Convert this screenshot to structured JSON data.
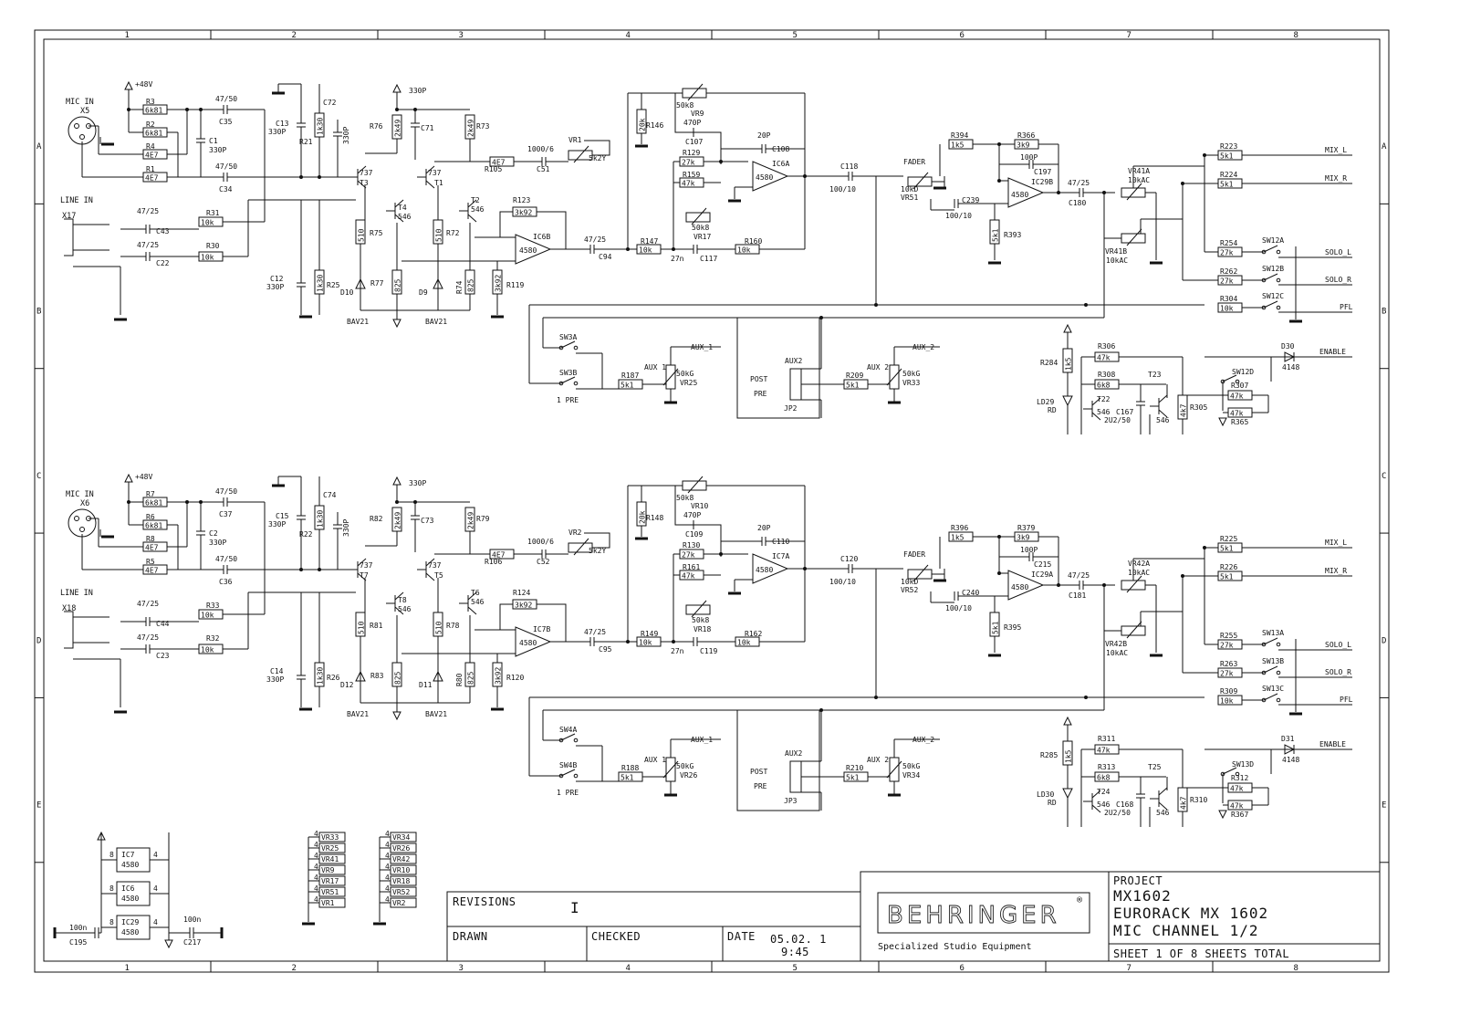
{
  "frame": {
    "col_labels": [
      "1",
      "2",
      "3",
      "4",
      "5",
      "6",
      "7",
      "8"
    ],
    "row_labels": [
      "A",
      "B",
      "C",
      "D",
      "E"
    ]
  },
  "channel_top": {
    "mic_in": "MIC IN",
    "mic_conn": "X5",
    "line_in": "LINE IN",
    "line_conn": "X17",
    "phantom": "+48V",
    "r_in": [
      "R3",
      "6k81",
      "R2",
      "6k81",
      "R4",
      "4E7",
      "R1",
      "4E7"
    ],
    "c_in_top": "47/50",
    "c_in_top_ref": "C35",
    "c1": "C1",
    "c1_val": "330P",
    "c_in_bot": "47/50",
    "c_in_bot_ref": "C34",
    "c43": "C43",
    "c43_val": "47/25",
    "c22": "C22",
    "c22_val": "47/25",
    "r31": "R31",
    "r31_val": "10k",
    "r30": "R30",
    "r30_val": "10k",
    "c13": "C13",
    "c13_val": "330P",
    "r21": "R21",
    "r21_val": "1k30",
    "c72": "C72",
    "c72_val": "330P",
    "c12": "C12",
    "c12_val": "330P",
    "r25": "R25",
    "r25_val": "1k30",
    "r76": "R76",
    "r76_val": "2k49",
    "c71": "C71",
    "r73": "R73",
    "r73_val": "2k49",
    "t3": "T3",
    "t3_type": "737",
    "t1": "T1",
    "t1_type": "737",
    "t4": "T4",
    "t4_type": "546",
    "t2": "T2",
    "t2_type": "546",
    "r75": "R75",
    "r75_val": "510",
    "r72": "R72",
    "r72_val": "510",
    "r77": "R77",
    "r77_val": "825",
    "r74": "R74",
    "r74_val": "825",
    "d10": "D10",
    "d9": "D9",
    "bav1": "BAV21",
    "bav2": "BAV21",
    "v330": "330P",
    "r105": "R105",
    "r105_val": "4E7",
    "c51": "C51",
    "c51_val": "1000/6",
    "vr1": "VR1",
    "vr1_val": "5k2Y",
    "r123": "R123",
    "r123_val": "3k92",
    "ic6b": "IC6B",
    "ic6b_type": "4580",
    "r119": "R119",
    "r119_val": "3k92",
    "c94": "C94",
    "c94_val": "47/25",
    "r146": "R146",
    "r146_val": "20k",
    "vr9": "VR9",
    "vr9_val": "50k8",
    "c107": "C107",
    "c107_val": "470P",
    "r129": "R129",
    "r129_val": "27k",
    "r159": "R159",
    "r159_val": "47k",
    "vr17": "VR17",
    "vr17_val": "50k8",
    "c108": "C108",
    "c108_val": "20P",
    "ic6a": "IC6A",
    "ic6a_type": "4580",
    "r147": "R147",
    "r147_val": "10k",
    "c117": "C117",
    "c117_val": "27n",
    "r160": "R160",
    "r160_val": "10k",
    "c118": "C118",
    "c118_val": "100/10",
    "fader": "FADER",
    "vr51": "VR51",
    "vr51_val": "10kD",
    "r394": "R394",
    "r394_val": "1k5",
    "r366": "R366",
    "r366_val": "3k9",
    "c197": "C197",
    "c197_val": "100P",
    "ic29b": "IC29B",
    "ic29b_type": "4580",
    "c239": "C239",
    "c239_val": "100/10",
    "r393": "R393",
    "r393_val": "5k1",
    "c180": "C180",
    "c180_val": "47/25",
    "vr41a": "VR41A",
    "vr41a_val": "10kAC",
    "vr41b": "VR41B",
    "vr41b_val": "10kAC",
    "r223": "R223",
    "r223_val": "5k1",
    "r224": "R224",
    "r224_val": "5k1",
    "mix_l": "MIX_L",
    "mix_r": "MIX_R",
    "r254": "R254",
    "r254_val": "27k",
    "r262": "R262",
    "r262_val": "27k",
    "sw12a": "SW12A",
    "sw12b": "SW12B",
    "sw12c": "SW12C",
    "solo_l": "SOLO_L",
    "solo_r": "SOLO_R",
    "r304": "R304",
    "r304_val": "10k",
    "pfl": "PFL",
    "sw3a": "SW3A",
    "sw3b": "SW3B",
    "pre1": "1 PRE",
    "r187": "R187",
    "r187_val": "5k1",
    "aux1_lbl": "AUX 1",
    "aux1_net": "AUX_1",
    "vr25": "VR25",
    "vr25_val": "50kG",
    "aux2": "AUX2",
    "post": "POST",
    "pre": "PRE",
    "jp2": "JP2",
    "r209": "R209",
    "r209_val": "5k1",
    "aux2_lbl": "AUX 2",
    "aux2_net": "AUX_2",
    "vr33": "VR33",
    "vr33_val": "50kG",
    "r284": "R284",
    "r284_val": "1k5",
    "ld29": "LD29",
    "rd": "RD",
    "r306": "R306",
    "r306_val": "47k",
    "r308": "R308",
    "r308_val": "6k8",
    "t22": "T22",
    "t22_type": "546",
    "c167": "C167",
    "c167_val": "2U2/50",
    "t23": "T23",
    "t23_type": "546",
    "r305": "R305",
    "r305_val": "4k7",
    "d30": "D30",
    "d30_type": "4148",
    "enable": "ENABLE",
    "sw12d": "SW12D",
    "r307": "R307",
    "r307_val": "47k",
    "r365": "R365",
    "r365_val": "47k"
  },
  "channel_bot": {
    "mic_in": "MIC IN",
    "mic_conn": "X6",
    "line_in": "LINE IN",
    "line_conn": "X18",
    "phantom": "+48V",
    "r_in": [
      "R7",
      "6k81",
      "R6",
      "6k81",
      "R8",
      "4E7",
      "R5",
      "4E7"
    ],
    "c_in_top": "47/50",
    "c_in_top_ref": "C37",
    "c1": "C2",
    "c1_val": "330P",
    "c_in_bot": "47/50",
    "c_in_bot_ref": "C36",
    "c43": "C44",
    "c43_val": "47/25",
    "c22": "C23",
    "c22_val": "47/25",
    "r31": "R33",
    "r31_val": "10k",
    "r30": "R32",
    "r30_val": "10k",
    "c13": "C15",
    "c13_val": "330P",
    "r21": "R22",
    "r21_val": "1k30",
    "c72": "C74",
    "c72_val": "330P",
    "c12": "C14",
    "c12_val": "330P",
    "r25": "R26",
    "r25_val": "1k30",
    "r76": "R82",
    "r76_val": "2k49",
    "c71": "C73",
    "r73": "R79",
    "r73_val": "2k49",
    "t3": "T7",
    "t3_type": "737",
    "t1": "T5",
    "t1_type": "737",
    "t4": "T8",
    "t4_type": "546",
    "t2": "T6",
    "t2_type": "546",
    "r75": "R81",
    "r75_val": "510",
    "r72": "R78",
    "r72_val": "510",
    "r77": "R83",
    "r77_val": "825",
    "r74": "R80",
    "r74_val": "825",
    "d10": "D12",
    "d9": "D11",
    "bav1": "BAV21",
    "bav2": "BAV21",
    "v330": "330P",
    "r105": "R106",
    "r105_val": "4E7",
    "c51": "C52",
    "c51_val": "1000/6",
    "vr1": "VR2",
    "vr1_val": "5k2Y",
    "r123": "R124",
    "r123_val": "3k92",
    "ic6b": "IC7B",
    "ic6b_type": "4580",
    "r119": "R120",
    "r119_val": "3k92",
    "c94": "C95",
    "c94_val": "47/25",
    "r146": "R148",
    "r146_val": "20k",
    "vr9": "VR10",
    "vr9_val": "50k8",
    "c107": "C109",
    "c107_val": "470P",
    "r129": "R130",
    "r129_val": "27k",
    "r159": "R161",
    "r159_val": "47k",
    "vr17": "VR18",
    "vr17_val": "50k8",
    "c108": "C110",
    "c108_val": "20P",
    "ic6a": "IC7A",
    "ic6a_type": "4580",
    "r147": "R149",
    "r147_val": "10k",
    "c117": "C119",
    "c117_val": "27n",
    "r160": "R162",
    "r160_val": "10k",
    "c118": "C120",
    "c118_val": "100/10",
    "fader": "FADER",
    "vr51": "VR52",
    "vr51_val": "10kD",
    "r394": "R396",
    "r394_val": "1k5",
    "r366": "R379",
    "r366_val": "3k9",
    "c197": "C215",
    "c197_val": "100P",
    "ic29b": "IC29A",
    "ic29b_type": "4580",
    "c239": "C240",
    "c239_val": "100/10",
    "r393": "R395",
    "r393_val": "5k1",
    "c180": "C181",
    "c180_val": "47/25",
    "vr41a": "VR42A",
    "vr41a_val": "10kAC",
    "vr41b": "VR42B",
    "vr41b_val": "10kAC",
    "r223": "R225",
    "r223_val": "5k1",
    "r224": "R226",
    "r224_val": "5k1",
    "mix_l": "MIX_L",
    "mix_r": "MIX_R",
    "r254": "R255",
    "r254_val": "27k",
    "r262": "R263",
    "r262_val": "27k",
    "sw12a": "SW13A",
    "sw12b": "SW13B",
    "sw12c": "SW13C",
    "solo_l": "SOLO_L",
    "solo_r": "SOLO_R",
    "r304": "R309",
    "r304_val": "10k",
    "pfl": "PFL",
    "sw3a": "SW4A",
    "sw3b": "SW4B",
    "pre1": "1 PRE",
    "r187": "R188",
    "r187_val": "5k1",
    "aux1_lbl": "AUX 1",
    "aux1_net": "AUX_1",
    "vr25": "VR26",
    "vr25_val": "50kG",
    "aux2": "AUX2",
    "post": "POST",
    "pre": "PRE",
    "jp2": "JP3",
    "r209": "R210",
    "r209_val": "5k1",
    "aux2_lbl": "AUX 2",
    "aux2_net": "AUX_2",
    "vr33": "VR34",
    "vr33_val": "50kG",
    "r284": "R285",
    "r284_val": "1k5",
    "ld29": "LD30",
    "rd": "RD",
    "r306": "R311",
    "r306_val": "47k",
    "r308": "R313",
    "r308_val": "6k8",
    "t22": "T24",
    "t22_type": "546",
    "c167": "C168",
    "c167_val": "2U2/50",
    "t23": "T25",
    "t23_type": "546",
    "r305": "R310",
    "r305_val": "4k7",
    "d30": "D31",
    "d30_type": "4148",
    "enable": "ENABLE",
    "sw12d": "SW13D",
    "r307": "R312",
    "r307_val": "47k",
    "r365": "R367",
    "r365_val": "47k"
  },
  "power": {
    "ics": [
      {
        "ref": "IC7",
        "type": "4580",
        "pin_l": "8",
        "pin_r": "4"
      },
      {
        "ref": "IC6",
        "type": "4580",
        "pin_l": "8",
        "pin_r": "4"
      },
      {
        "ref": "IC29",
        "type": "4580",
        "pin_l": "8",
        "pin_r": "4"
      }
    ],
    "c195": "C195",
    "c195_val": "100n",
    "c217": "C217",
    "c217_val": "100n",
    "pot_col1": [
      "VR33",
      "VR25",
      "VR41",
      "VR9",
      "VR17",
      "VR51",
      "VR1"
    ],
    "pot_col2": [
      "VR34",
      "VR26",
      "VR42",
      "VR10",
      "VR18",
      "VR52",
      "VR2"
    ],
    "pot_pin": "4"
  },
  "title_block": {
    "revisions_label": "REVISIONS",
    "revision_mark": "I",
    "drawn_label": "DRAWN",
    "checked_label": "CHECKED",
    "date_label": "DATE",
    "date_value": "05.02. 1",
    "time_value": "9:45",
    "brand": "BEHRINGER",
    "brand_mark": "®",
    "tagline": "Specialized Studio Equipment",
    "project_label": "PROJECT",
    "project_code": "MX1602",
    "product": "EURORACK MX 1602",
    "sheet_title": "MIC CHANNEL 1/2",
    "sheet_line": "SHEET 1   OF 8   SHEETS TOTAL"
  }
}
